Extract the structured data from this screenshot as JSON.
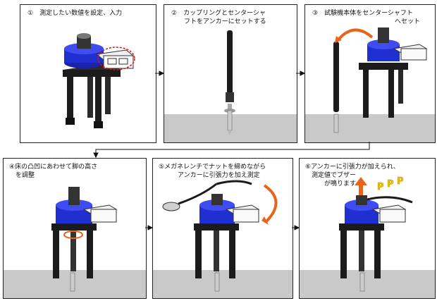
{
  "steps": [
    {
      "text": "①　測定したい数値を設定、入力"
    },
    {
      "text": "②　カップリングとセンターシャ\n　　フトをアンカーにセットする"
    },
    {
      "text": "③　試験機本体をセンターシャフト\n　　　　　　　　　　　　　へセット"
    },
    {
      "text": "④床の凸凹にあわせて脚の高さ\n　を調整"
    },
    {
      "text": "⑤メガネレンチでナットを締めながら\n　　　アンカーに引張力を加え測定"
    },
    {
      "text": "⑥アンカーに引張力が加えられ、\n　測定値でブザー\n　　　が鳴ります"
    }
  ],
  "colors": {
    "blue": "#1f2fd0",
    "black": "#1b1b1b",
    "floor": "#c9c9c9",
    "orange": "#e8641a",
    "red": "#e01010",
    "yellow": "#f5c400"
  }
}
